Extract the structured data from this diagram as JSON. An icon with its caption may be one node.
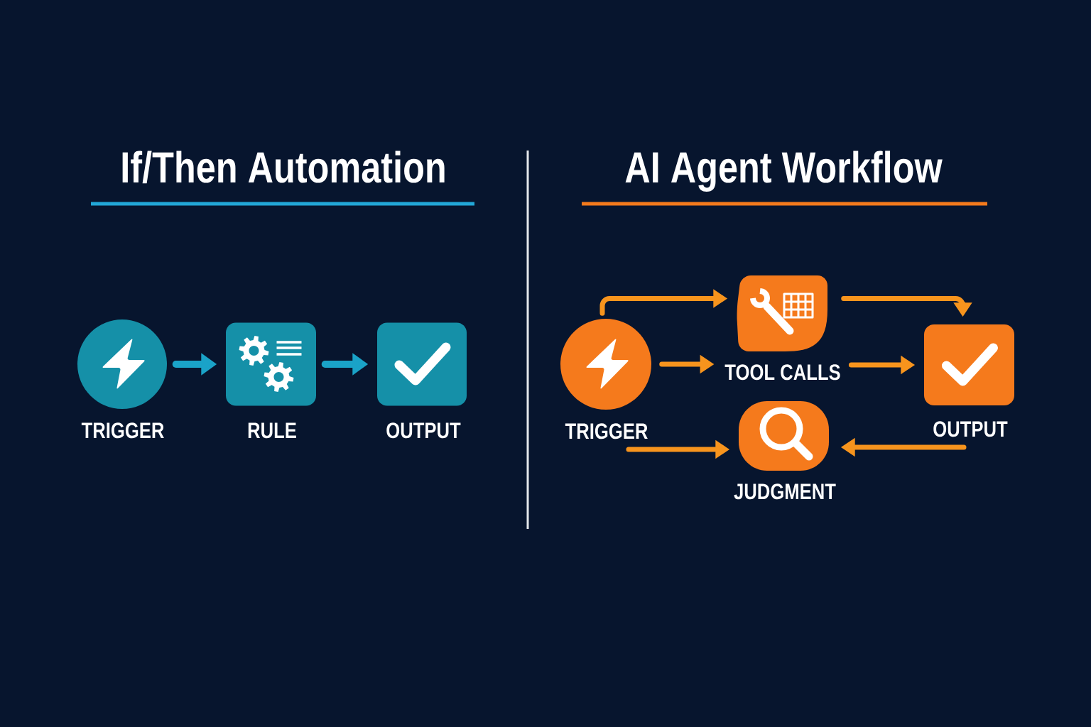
{
  "diagram": {
    "nodes": [
      {
        "text": [
          "TRIGGER"
        ]
      },
      {
        "text": [
          "RULE"
        ]
      },
      {
        "text": [
          "OUTPUT"
        ]
      },
      {
        "text": [
          "TRIGGER"
        ]
      },
      {
        "text": [
          "TOOL CALLS"
        ]
      },
      {
        "text": [
          "OUTPUT"
        ]
      },
      {
        "text": [
          "JUDGMENT"
        ]
      }
    ],
    "edges": [
      {
        "from": 0,
        "to": 1,
        "arrow": "to",
        "color": "#1aa3c8"
      },
      {
        "from": 1,
        "to": 2,
        "arrow": "to",
        "color": "#1aa3c8"
      },
      {
        "from": 3,
        "to": 4,
        "arrow": "to"
      },
      {
        "from": 4,
        "to": 5,
        "arrow": "to"
      },
      {
        "from": 3,
        "to": 4,
        "arrow": "to"
      },
      {
        "from": 4,
        "to": 5,
        "arrow": "to"
      },
      {
        "from": 3,
        "to": 6,
        "arrow": "to"
      },
      {
        "from": 5,
        "to": 6,
        "arrow": "to"
      }
    ],
    "labels": [
      "If/Then Automation",
      "AI Agent Workflow"
    ]
  }
}
